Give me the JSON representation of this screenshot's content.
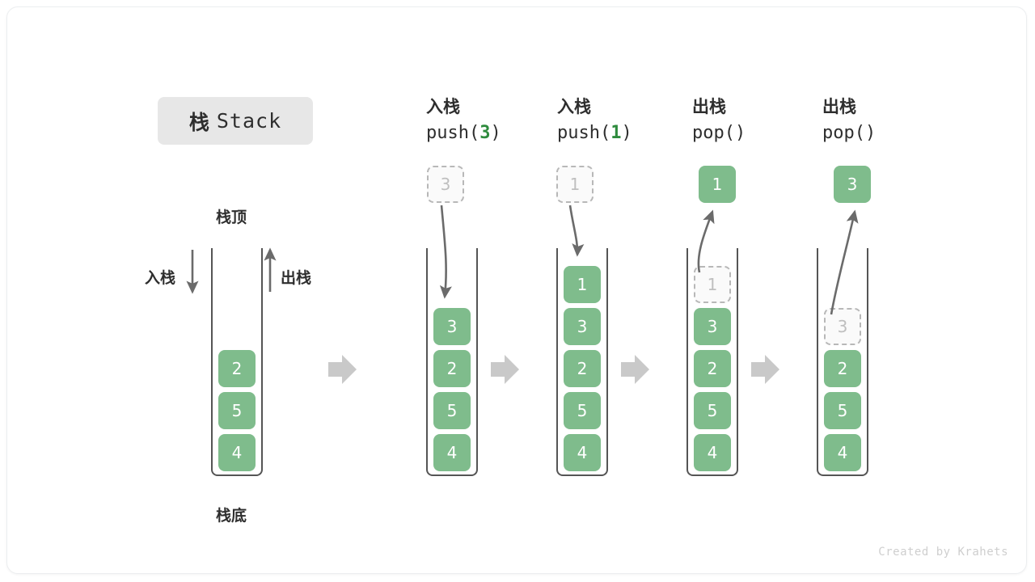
{
  "title": {
    "cn": "栈",
    "en": "Stack"
  },
  "labels": {
    "top": "栈顶",
    "bottom": "栈底",
    "push": "入栈",
    "pop": "出栈"
  },
  "footer": "Created by Krahets",
  "colors": {
    "cell_fill": "#7fbc8c",
    "cell_text": "#ffffff",
    "ghost_text": "#bfbfbf",
    "ghost_border": "#b8b8b8",
    "arrow": "#6b6b6b",
    "separator": "#c9c9c9",
    "badge_bg": "#e7e7e7",
    "accent_green": "#2e8b3d"
  },
  "initial_stack": {
    "name": "initial",
    "cells": [
      "2",
      "5",
      "4"
    ]
  },
  "separators": [
    "sep-1",
    "sep-2",
    "sep-3",
    "sep-4"
  ],
  "steps": [
    {
      "id": "step-push-3",
      "op_cn": "入栈",
      "op_name": "push",
      "op_arg": "3",
      "op_code_prefix": "push(",
      "op_code_suffix": ")",
      "floating": {
        "value": "3",
        "style": "ghost"
      },
      "arrow_dir": "down",
      "cells": [
        {
          "value": "3",
          "style": "filled"
        },
        {
          "value": "2",
          "style": "filled"
        },
        {
          "value": "5",
          "style": "filled"
        },
        {
          "value": "4",
          "style": "filled"
        }
      ]
    },
    {
      "id": "step-push-1",
      "op_cn": "入栈",
      "op_name": "push",
      "op_arg": "1",
      "op_code_prefix": "push(",
      "op_code_suffix": ")",
      "floating": {
        "value": "1",
        "style": "ghost"
      },
      "arrow_dir": "down",
      "cells": [
        {
          "value": "1",
          "style": "filled"
        },
        {
          "value": "3",
          "style": "filled"
        },
        {
          "value": "2",
          "style": "filled"
        },
        {
          "value": "5",
          "style": "filled"
        },
        {
          "value": "4",
          "style": "filled"
        }
      ]
    },
    {
      "id": "step-pop-1",
      "op_cn": "出栈",
      "op_name": "pop",
      "op_arg": "",
      "op_code_prefix": "pop(",
      "op_code_suffix": ")",
      "floating": {
        "value": "1",
        "style": "filled"
      },
      "arrow_dir": "up",
      "cells": [
        {
          "value": "1",
          "style": "ghost"
        },
        {
          "value": "3",
          "style": "filled"
        },
        {
          "value": "2",
          "style": "filled"
        },
        {
          "value": "5",
          "style": "filled"
        },
        {
          "value": "4",
          "style": "filled"
        }
      ]
    },
    {
      "id": "step-pop-2",
      "op_cn": "出栈",
      "op_name": "pop",
      "op_arg": "",
      "op_code_prefix": "pop(",
      "op_code_suffix": ")",
      "floating": {
        "value": "3",
        "style": "filled"
      },
      "arrow_dir": "up",
      "cells": [
        {
          "value": "3",
          "style": "ghost"
        },
        {
          "value": "2",
          "style": "filled"
        },
        {
          "value": "5",
          "style": "filled"
        },
        {
          "value": "4",
          "style": "filled"
        }
      ]
    }
  ]
}
